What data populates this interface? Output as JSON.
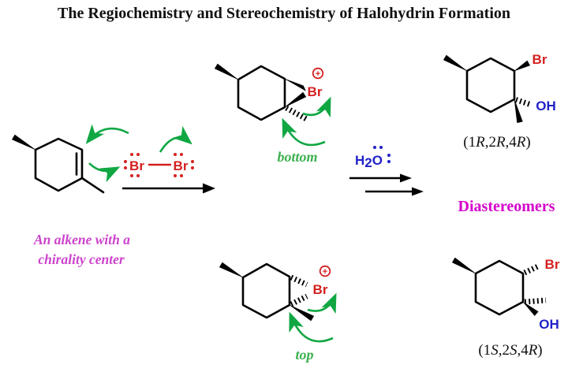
{
  "title": "The Regiochemistry and Stereochemistry of Halohydrin Formation",
  "colors": {
    "bond_black": "#000000",
    "halogen_red": "#d42020",
    "oxygen_blue": "#2121c8",
    "arrow_green": "#10a743",
    "label_green": "#3bb04f",
    "caption_magenta": "#cc44cc",
    "result_magenta": "#d400cc"
  },
  "reactant": {
    "caption_line1": "An alkene with a",
    "caption_line2": "chirality center"
  },
  "reagents": {
    "bromine": {
      "left": "Br",
      "right": "Br"
    },
    "water": {
      "h": "H",
      "sub": "2",
      "o": "O"
    }
  },
  "intermediates": {
    "top": {
      "atom": "Br",
      "charge": "+",
      "attack_label": "bottom"
    },
    "bottom": {
      "atom": "Br",
      "charge": "+",
      "attack_label": "top"
    }
  },
  "products": {
    "top": {
      "halogen": "Br",
      "hydroxyl": "OH",
      "stereo_parts": [
        "(1",
        "R",
        ",2",
        "R",
        ",4",
        "R",
        ")"
      ]
    },
    "bottom": {
      "halogen": "Br",
      "hydroxyl": "OH",
      "stereo_parts": [
        "(1",
        "S",
        ",2",
        "S",
        ",4",
        "R",
        ")"
      ]
    }
  },
  "result_label": "Diastereomers"
}
